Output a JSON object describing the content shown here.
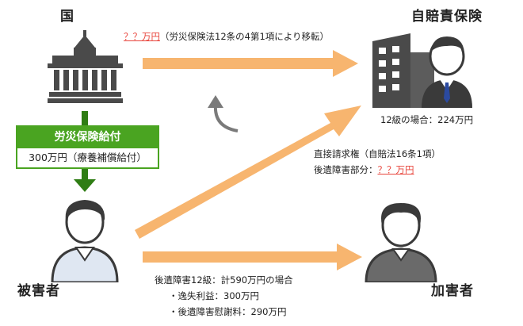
{
  "labels": {
    "country": "国",
    "jibaiseki": "自賠責保険",
    "victim": "被害者",
    "perpetrator": "加害者"
  },
  "transfer": {
    "amount": "？？万円",
    "description": "（労災保険法12条の4第1項により移転）"
  },
  "rosai_box": {
    "title": "労災保険給付",
    "amount": "300万円（療養補償給付）"
  },
  "jibaiseki_note": "12級の場合：224万円",
  "direct_claim": {
    "line1": "直接請求権（自賠法16条1項）",
    "line2_prefix": "後遺障害部分：",
    "line2_amount": "？？万円"
  },
  "damages": {
    "line1": "後遺障害12級：計590万円の場合",
    "line2": "・逸失利益：300万円",
    "line3": "・後遺障害慰謝料：290万円"
  },
  "colors": {
    "arrow_orange": "#f7b56f",
    "green": "#4aa421",
    "dark_green": "#2f7d14",
    "icon_dark": "#4a4a4a",
    "accent_red": "#e8453c"
  }
}
